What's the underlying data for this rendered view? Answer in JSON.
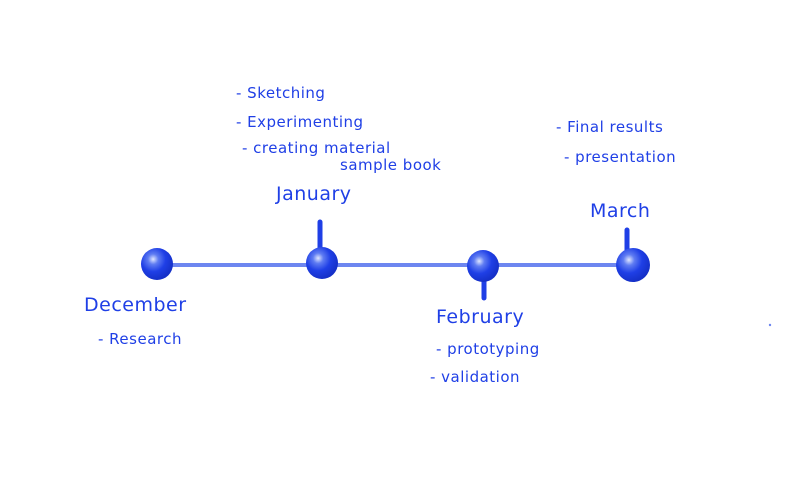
{
  "ink_color": "#1f3fe6",
  "milestones": [
    {
      "month": "December",
      "tasks": [
        "- Research"
      ]
    },
    {
      "month": "January",
      "tasks": [
        "- Sketching",
        "- Experimenting",
        "- creating material",
        "sample book"
      ]
    },
    {
      "month": "February",
      "tasks": [
        "- prototyping",
        "- validation"
      ]
    },
    {
      "month": "March",
      "tasks": [
        "- Final results",
        "- presentation"
      ]
    }
  ]
}
